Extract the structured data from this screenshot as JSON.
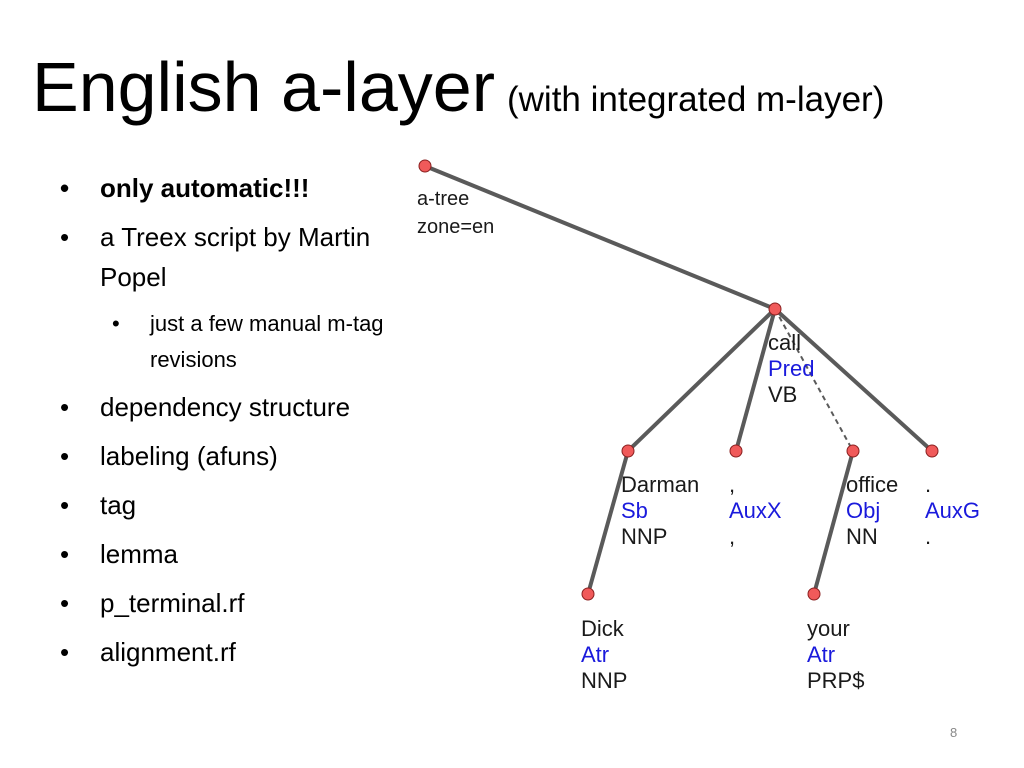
{
  "title": {
    "main": "English a-layer",
    "sub": "(with integrated m-layer)"
  },
  "bullets": [
    {
      "text": "only automatic!!!",
      "bold": true,
      "level": 1
    },
    {
      "text": "a Treex script by Martin Popel",
      "level": 1
    },
    {
      "text": "just a few manual m-tag revisions",
      "level": 2
    },
    {
      "text": "dependency structure",
      "level": 1
    },
    {
      "text": "labeling (afuns)",
      "level": 1
    },
    {
      "text": "tag",
      "level": 1
    },
    {
      "text": "lemma",
      "level": 1
    },
    {
      "text": "p_terminal.rf",
      "level": 1
    },
    {
      "text": "alignment.rf",
      "level": 1
    }
  ],
  "tree": {
    "colors": {
      "node": "#f05a5a",
      "edge": "#5a5a5a",
      "afun": "#1a1adc",
      "text": "#1a1a1a"
    },
    "root": {
      "line1": "a-tree",
      "line2": "zone=en"
    },
    "nodes": {
      "call": {
        "form": "call",
        "afun": "Pred",
        "tag": "VB"
      },
      "darman": {
        "form": "Darman",
        "afun": "Sb",
        "tag": "NNP"
      },
      "comma": {
        "form": ",",
        "afun": "AuxX",
        "tag": ","
      },
      "office": {
        "form": "office",
        "afun": "Obj",
        "tag": "NN"
      },
      "period": {
        "form": ".",
        "afun": "AuxG",
        "tag": "."
      },
      "dick": {
        "form": "Dick",
        "afun": "Atr",
        "tag": "NNP"
      },
      "your": {
        "form": "your",
        "afun": "Atr",
        "tag": "PRP$"
      }
    }
  },
  "slide_number": "8"
}
